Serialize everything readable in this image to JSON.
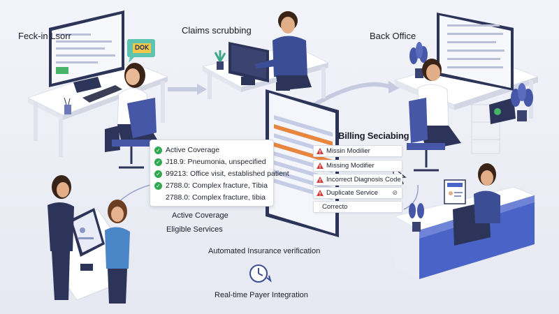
{
  "labels": {
    "checkin": "Feck-in Lsorr",
    "claims": "Claims scrubbing",
    "back_office": "Back Office",
    "billing": "Billing Seciabing",
    "active_coverage_2": "Active Coverage",
    "eligible_services": "Eligible Services",
    "automated": "Automated Insurance verification",
    "realtime": "Real-time Payer Integration"
  },
  "coverage_card": {
    "items": [
      {
        "text": "Active Coverage",
        "check": true
      },
      {
        "text": "J18.9: Pneumonia, unspecified",
        "check": true
      },
      {
        "text": "99213: Office visit, established patient",
        "check": true
      },
      {
        "text": "2788.0: Complex fracture, Tibia",
        "check": true
      },
      {
        "text": "2788.0: Complex fracture, tibia",
        "check": false
      }
    ]
  },
  "billing_errors": [
    {
      "text": "Missin Modilier",
      "icon": "warning"
    },
    {
      "text": "Missing Modifier",
      "icon": "warning"
    },
    {
      "text": "Incorrect Diagnosis Code",
      "icon": "warning"
    },
    {
      "text": "Duplicate Service",
      "icon": "warning"
    },
    {
      "text": "Correcto",
      "icon": "none"
    }
  ],
  "chat_bubble": "ꓓꓳꓗ",
  "colors": {
    "background": "#eef0f7",
    "navy": "#2c3559",
    "accent_blue": "#4a63c7",
    "check_green": "#2fa84f",
    "warning_red": "#d63a3a",
    "desk": "#ffffff",
    "chair": "#4757a8"
  }
}
